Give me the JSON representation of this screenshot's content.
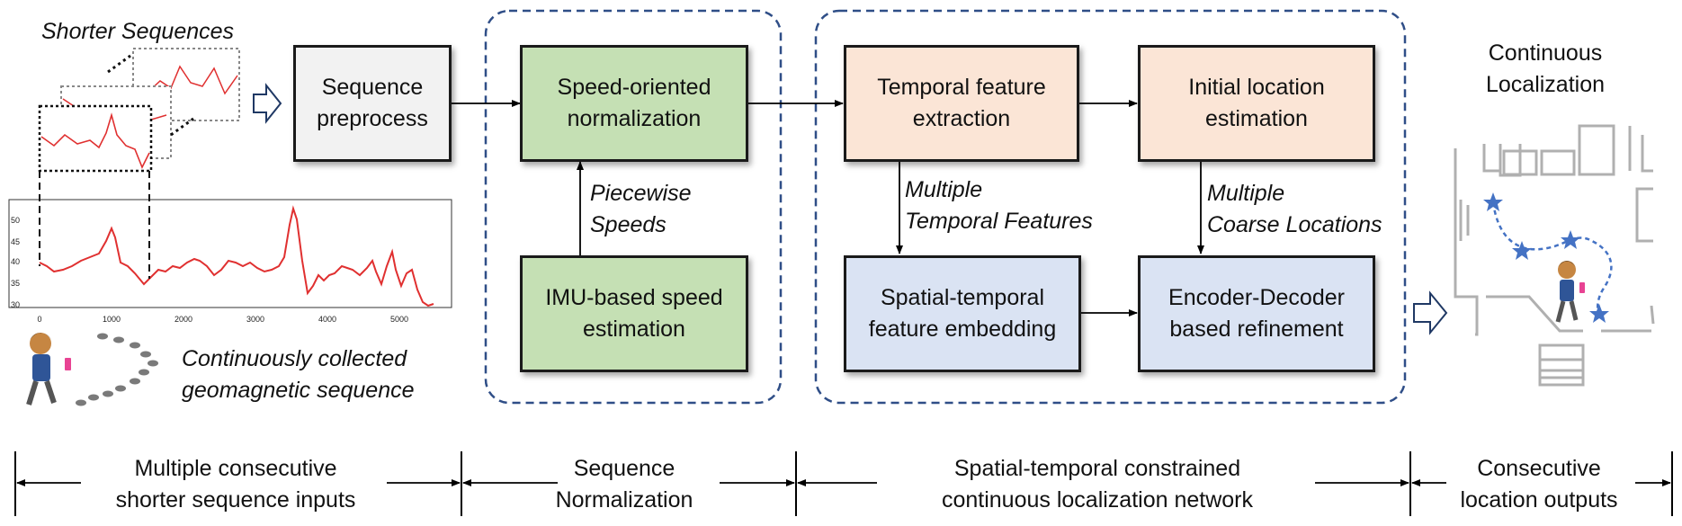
{
  "colors": {
    "arrow": "#000000",
    "dashed_group_border": "#2f4e87",
    "signal_line": "#e03030",
    "map_star": "#4472c4",
    "box_gray": "#f2f2f2",
    "box_green": "#c5e0b4",
    "box_peach": "#fbe5d6",
    "box_blue": "#dae3f3"
  },
  "inputs": {
    "shorter_sequences_label": "Shorter Sequences",
    "collected_label": "Continuously collected\ngeomagnetic sequence",
    "plot_y_ticks": [
      "50",
      "45",
      "40",
      "35",
      "30"
    ],
    "plot_x_ticks": [
      "0",
      "1000",
      "2000",
      "3000",
      "4000",
      "5000"
    ]
  },
  "boxes": {
    "preprocess": "Sequence\npreprocess",
    "speed_norm": "Speed-oriented\nnormalization",
    "imu_speed": "IMU-based speed\nestimation",
    "temporal_extract": "Temporal feature\nextraction",
    "initial_loc": "Initial location\nestimation",
    "spatial_embed": "Spatial-temporal\nfeature embedding",
    "enc_dec": "Encoder-Decoder\nbased refinement"
  },
  "edge_labels": {
    "piecewise": "Piecewise\nSpeeds",
    "multi_temporal": "Multiple\nTemporal Features",
    "multi_coarse": "Multiple\nCoarse Locations"
  },
  "output": {
    "title": "Continuous\nLocalization"
  },
  "stages": [
    {
      "label": "Multiple consecutive\nshorter sequence inputs"
    },
    {
      "label": "Sequence\nNormalization"
    },
    {
      "label": "Spatial-temporal constrained\ncontinuous localization network"
    },
    {
      "label": "Consecutive\nlocation outputs"
    }
  ]
}
